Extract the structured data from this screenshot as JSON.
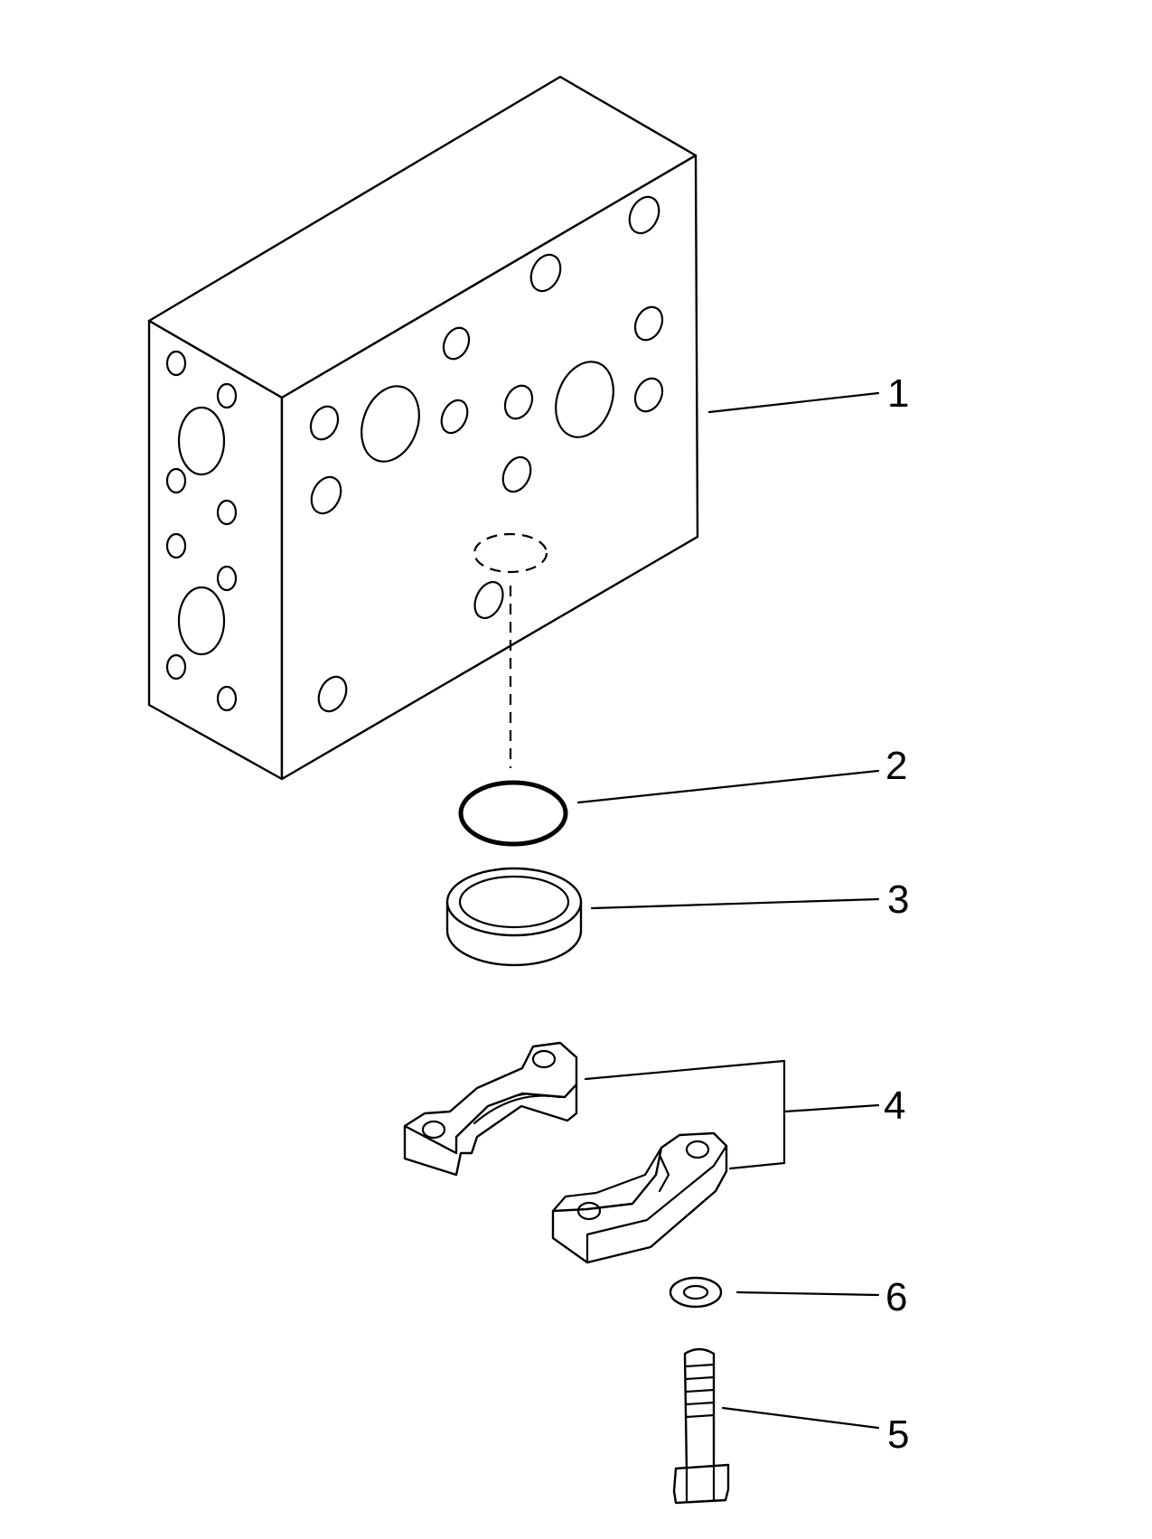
{
  "callouts": {
    "c1": "1",
    "c2": "2",
    "c3": "3",
    "c4": "4",
    "c5": "5",
    "c6": "6"
  },
  "colors": {
    "ink": "#000000",
    "paper": "#ffffff"
  }
}
